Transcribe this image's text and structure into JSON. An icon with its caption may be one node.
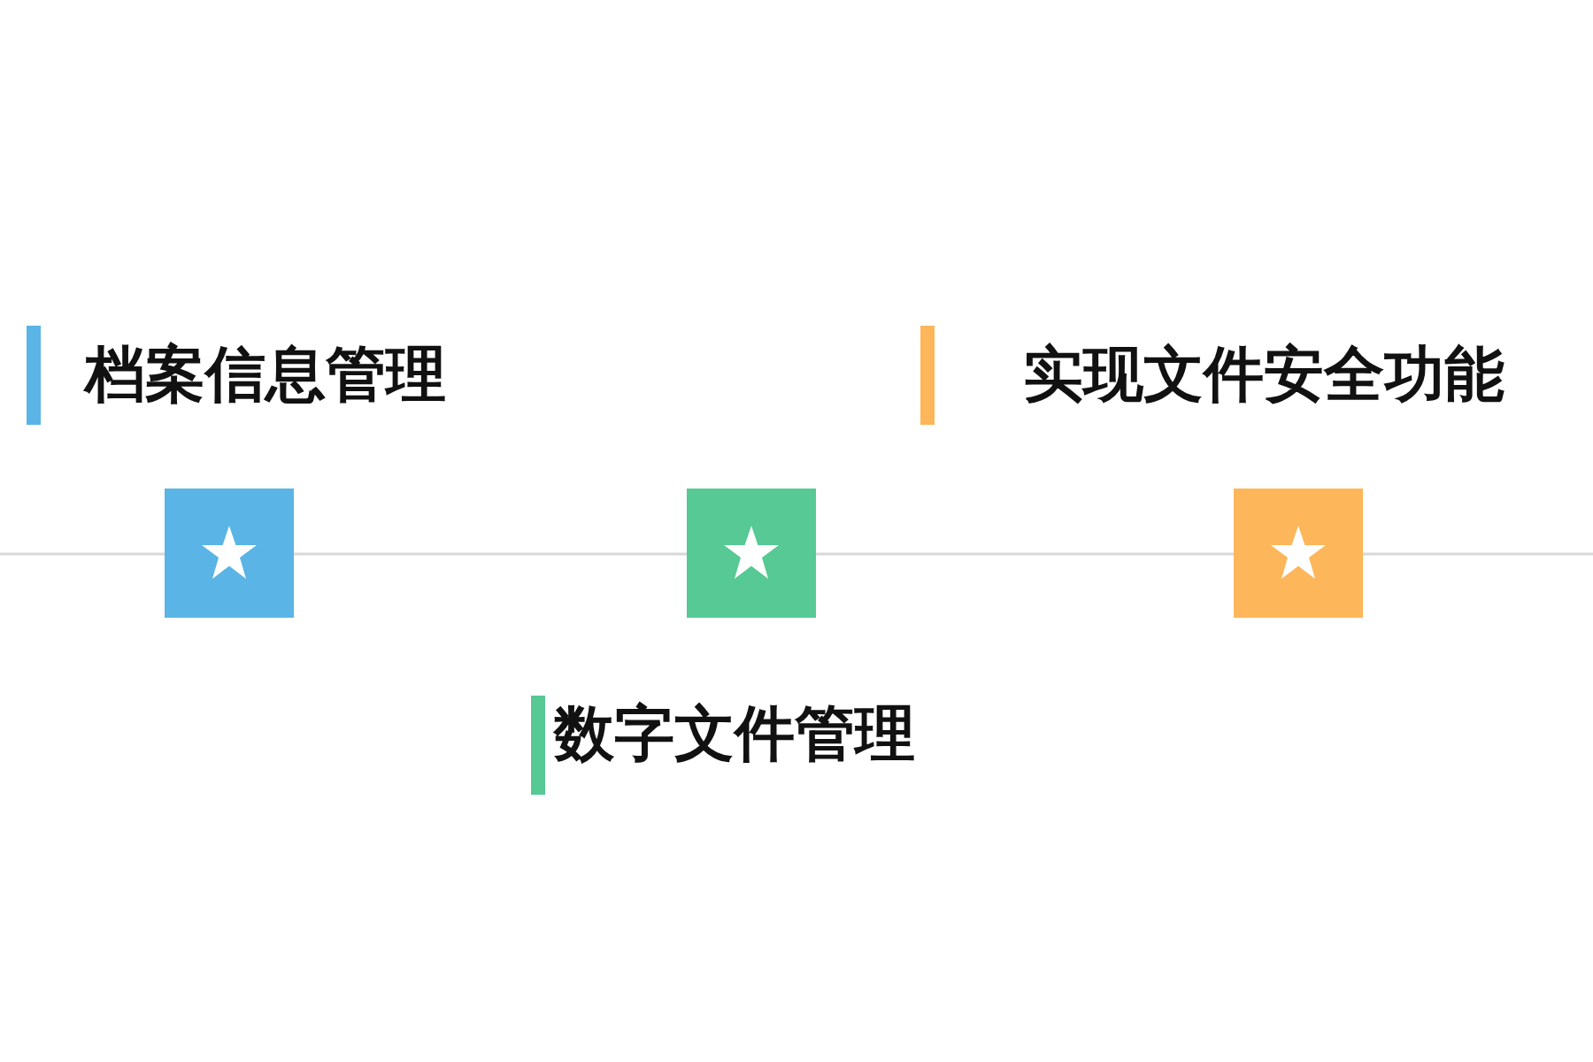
{
  "diagram": {
    "nodes": [
      {
        "text": [],
        "shape": "box",
        "beside": [
          "档案信息管理"
        ]
      },
      {
        "text": [],
        "shape": "box",
        "beside": [
          "数字文件管理"
        ]
      },
      {
        "text": [],
        "shape": "box",
        "beside": [
          "实现文件安全功能"
        ]
      }
    ]
  }
}
